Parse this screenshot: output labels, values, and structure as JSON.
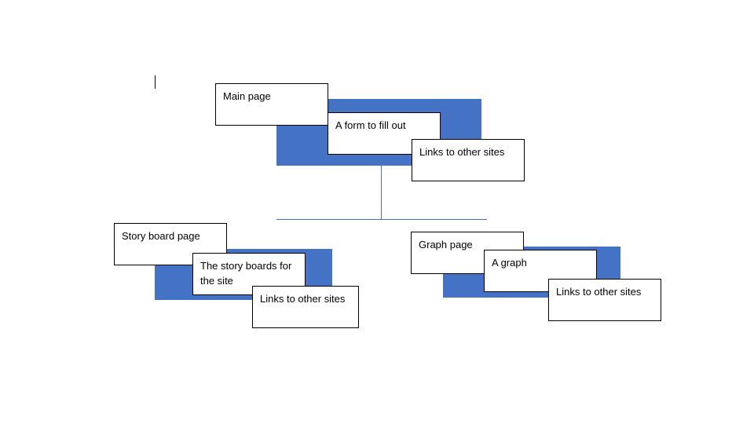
{
  "diagram": {
    "colors": {
      "block": "#4472c4",
      "connector": "#4472c4",
      "box_border": "#000000",
      "box_fill": "#ffffff"
    },
    "main_group": {
      "page_label": "Main page",
      "form_label": "A form to fill out",
      "links_label": "Links to other sites"
    },
    "story_group": {
      "page_label": "Story board page",
      "content_label": "The story boards for the site",
      "links_label": "Links to other sites"
    },
    "graph_group": {
      "page_label": "Graph page",
      "content_label": "A graph",
      "links_label": "Links to other sites"
    }
  }
}
